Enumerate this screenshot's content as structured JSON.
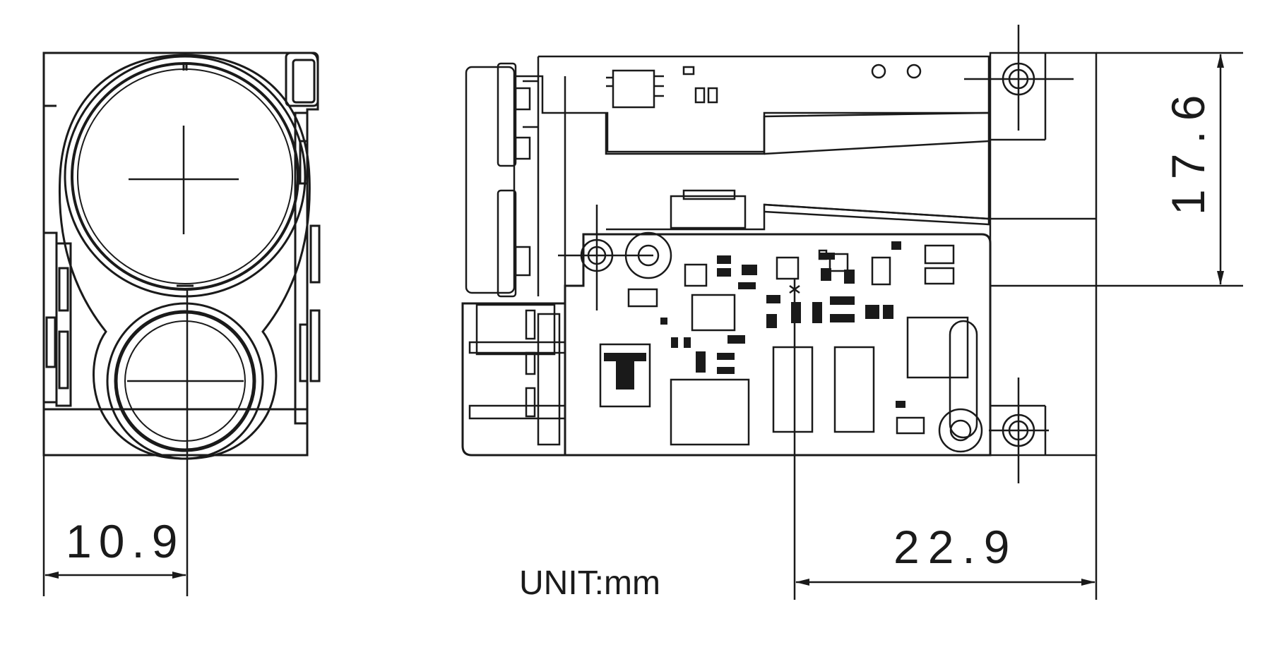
{
  "dimensions": {
    "front_width": "10.9",
    "side_length": "22.9",
    "side_height": "17.6"
  },
  "unit_label": "UNIT:mm",
  "colors": {
    "line": "#1a1a1a",
    "background": "#ffffff"
  }
}
